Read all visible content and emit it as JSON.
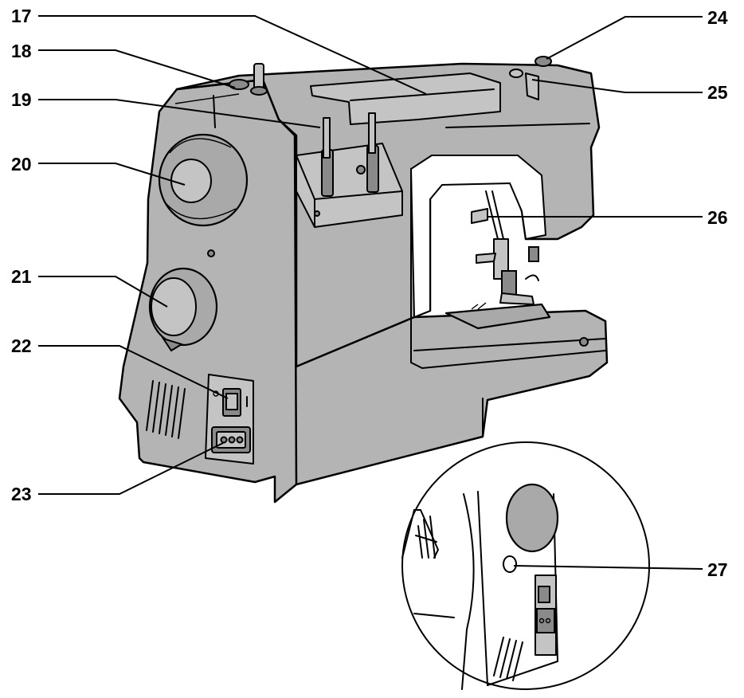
{
  "figure": {
    "callouts": [
      {
        "id": "17",
        "text": "17"
      },
      {
        "id": "18",
        "text": "18"
      },
      {
        "id": "19",
        "text": "19"
      },
      {
        "id": "20",
        "text": "20"
      },
      {
        "id": "21",
        "text": "21"
      },
      {
        "id": "22",
        "text": "22"
      },
      {
        "id": "23",
        "text": "23"
      },
      {
        "id": "24",
        "text": "24"
      },
      {
        "id": "25",
        "text": "25"
      },
      {
        "id": "26",
        "text": "26"
      },
      {
        "id": "27",
        "text": "27"
      }
    ]
  }
}
